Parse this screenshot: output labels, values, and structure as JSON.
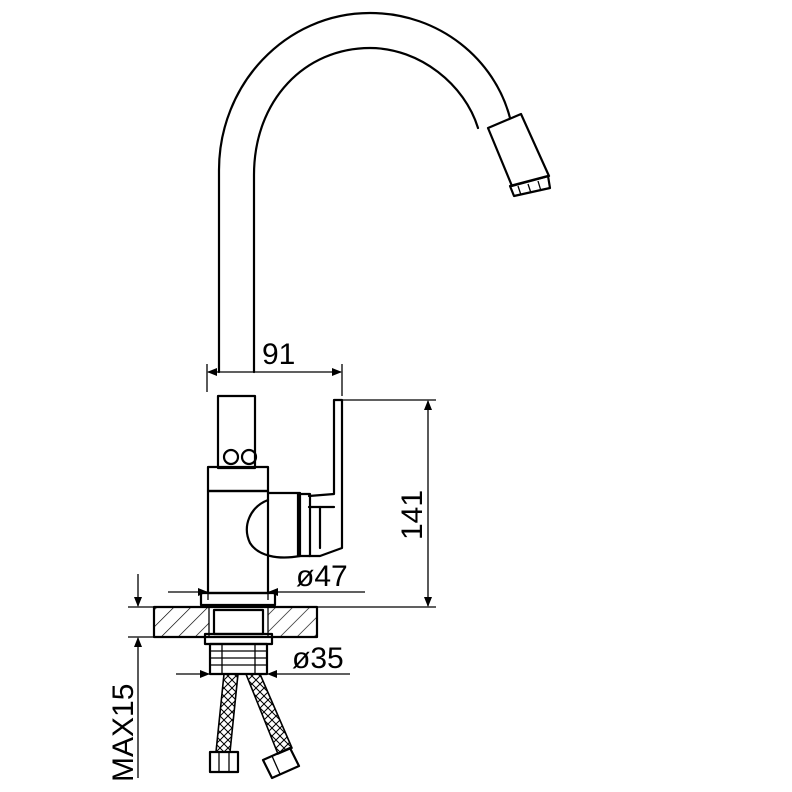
{
  "dimensions": {
    "width_label": "91",
    "height_label": "141",
    "base_diameter_label": "ø47",
    "thread_diameter_label": "ø35",
    "max_thickness_label": "MAX15"
  }
}
